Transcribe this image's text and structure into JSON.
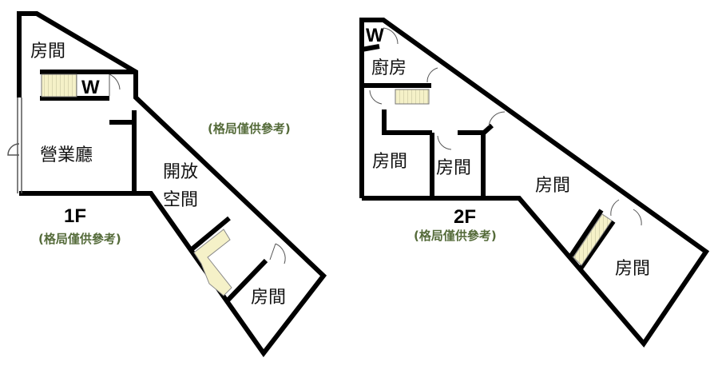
{
  "floor1": {
    "floor_label": "1F",
    "note": "(格局僅供參考)",
    "side_note": "(格局僅供參考)",
    "rooms": {
      "room_top": "房間",
      "wc": "W",
      "business_hall": "營業廳",
      "open_space_line1": "開放",
      "open_space_line2": "空間",
      "room_bottom": "房間"
    }
  },
  "floor2": {
    "floor_label": "2F",
    "note": "(格局僅供參考)",
    "rooms": {
      "wc": "W",
      "kitchen": "廚房",
      "room_a": "房間",
      "room_b": "房間",
      "room_c": "房間",
      "room_d": "房間"
    }
  },
  "colors": {
    "wall": "#000000",
    "stairs": "#f5f1c8",
    "note": "#556b3a"
  }
}
